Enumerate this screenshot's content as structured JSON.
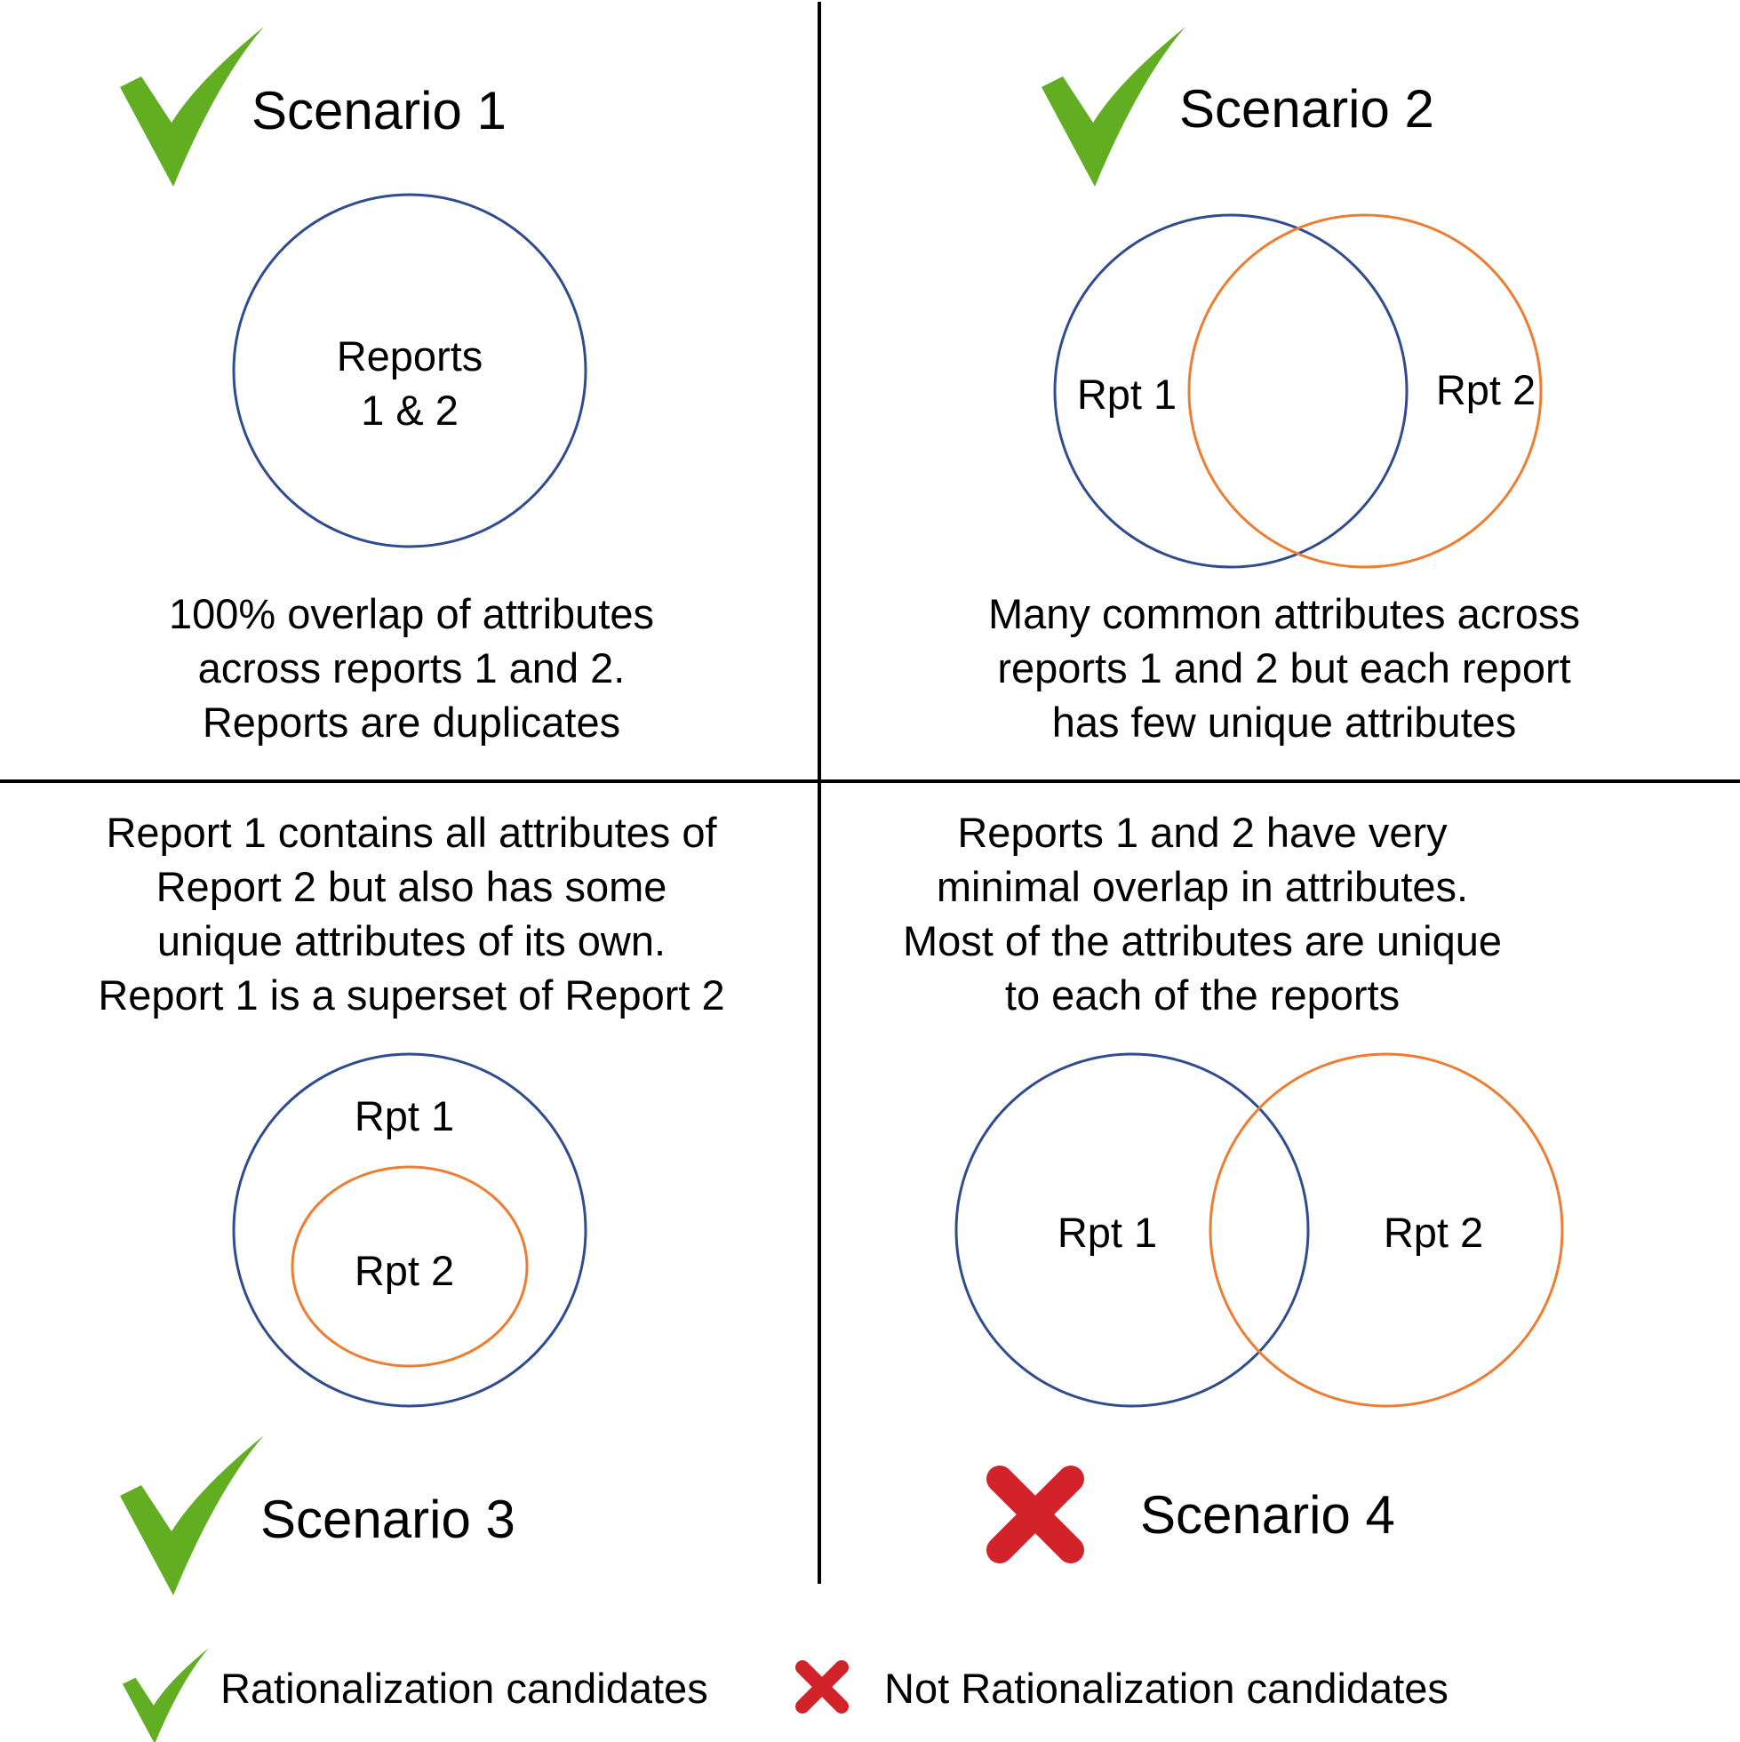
{
  "colors": {
    "check": "#62AE22",
    "cross": "#D2232A",
    "report_1": "#2F4C8E",
    "report_2": "#ED7D31",
    "divider": "#000000",
    "text": "#000000"
  },
  "scenarios": [
    {
      "title": "Scenario 1",
      "status_icon": "check-icon",
      "circle_labels": [
        "Reports",
        "1 & 2"
      ],
      "description": [
        "100% overlap of attributes",
        "across reports 1 and 2.",
        "Reports are duplicates"
      ]
    },
    {
      "title": "Scenario 2",
      "status_icon": "check-icon",
      "circle_labels": [
        "Rpt 1",
        "Rpt 2"
      ],
      "description": [
        "Many common attributes across",
        "reports 1 and 2 but each report",
        "has few unique attributes"
      ]
    },
    {
      "title": "Scenario 3",
      "status_icon": "check-icon",
      "circle_labels": [
        "Rpt 1",
        "Rpt 2"
      ],
      "description": [
        "Report 1 contains all attributes of",
        "Report 2 but also has some",
        "unique attributes of its own.",
        "Report 1 is a superset of Report 2"
      ]
    },
    {
      "title": "Scenario 4",
      "status_icon": "cross-icon",
      "circle_labels": [
        "Rpt 1",
        "Rpt 2"
      ],
      "description": [
        "Reports 1 and 2 have very",
        "minimal overlap in attributes.",
        "Most of the attributes are unique",
        "to each of the reports"
      ]
    }
  ],
  "legend": [
    {
      "icon": "check-icon",
      "label": "Rationalization candidates"
    },
    {
      "icon": "cross-icon",
      "label": "Not Rationalization candidates"
    }
  ]
}
